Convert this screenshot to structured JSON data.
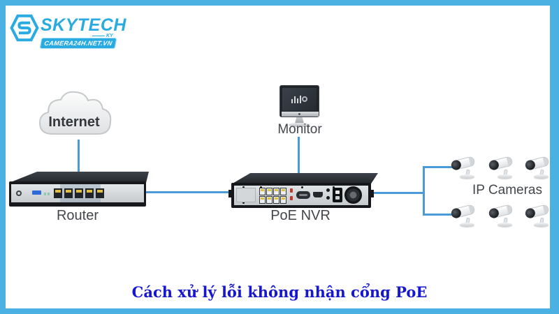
{
  "logo": {
    "brand": "SKYTECH",
    "suffix": "KY",
    "website": "CAMERA24H.NET.VN"
  },
  "nodes": {
    "internet": "Internet",
    "router": "Router",
    "monitor": "Monitor",
    "nvr": "PoE NVR",
    "cameras": "IP Cameras"
  },
  "caption": "Cách xử lý lỗi không nhận cổng PoE",
  "colors": {
    "frame": "#4ab1e2",
    "logo_accent": "#29abe2",
    "connection_line": "#4a9ad8",
    "caption_text": "#1717cf"
  }
}
